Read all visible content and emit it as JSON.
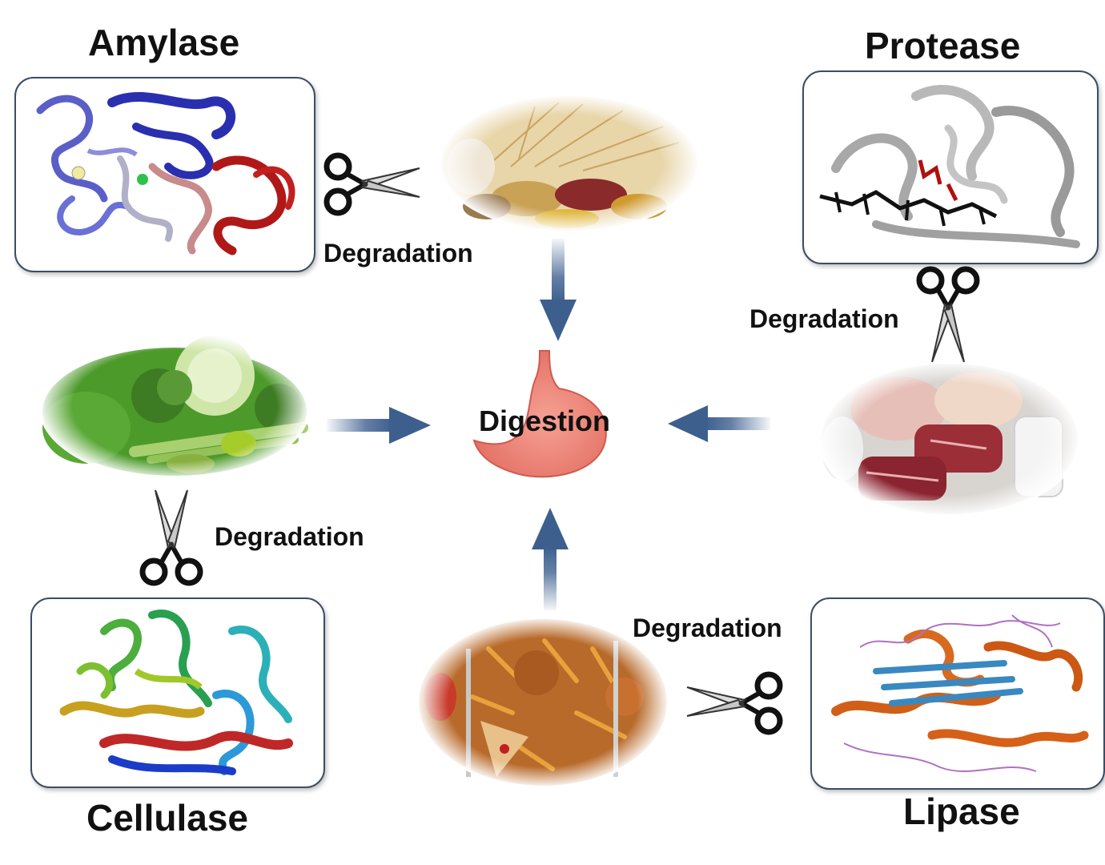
{
  "enzymes": {
    "amylase": "Amylase",
    "protease": "Protease",
    "cellulase": "Cellulase",
    "lipase": "Lipase"
  },
  "process": {
    "degradation": "Degradation",
    "digestion": "Digestion"
  },
  "colors": {
    "arrow": "#3d5f8e",
    "box_border": "#3b4d66",
    "stomach": "#f08a7e"
  },
  "icons": [
    "scissors-icon",
    "arrow-down-icon",
    "arrow-right-icon",
    "arrow-left-icon",
    "arrow-up-icon",
    "stomach-icon"
  ]
}
